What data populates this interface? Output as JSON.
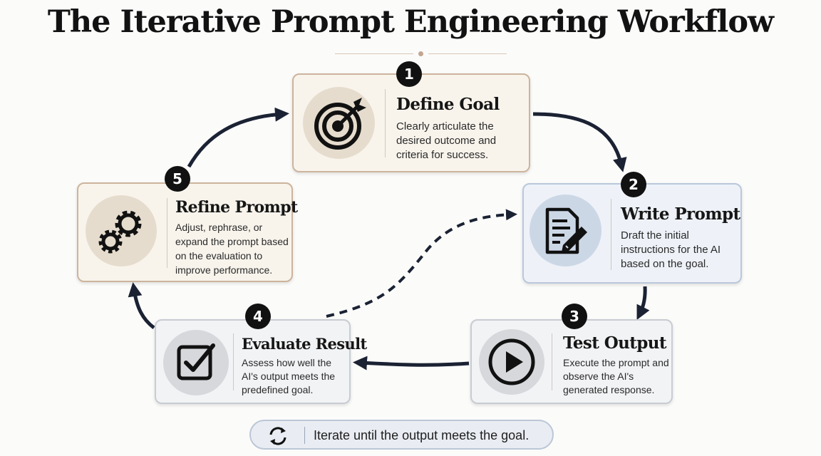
{
  "title": "The Iterative Prompt Engineering Workflow",
  "steps": [
    {
      "number": "1",
      "title": "Define Goal",
      "description": "Clearly articulate the desired outcome and criteria for success.",
      "icon": "target-icon"
    },
    {
      "number": "2",
      "title": "Write Prompt",
      "description": "Draft the initial instructions for the AI based on the goal.",
      "icon": "document-pencil-icon"
    },
    {
      "number": "3",
      "title": "Test Output",
      "description": "Execute the prompt and observe the AI's generated response.",
      "icon": "play-icon"
    },
    {
      "number": "4",
      "title": "Evaluate Result",
      "description": "Assess how well the AI's output meets the predefined goal.",
      "icon": "checkbox-icon"
    },
    {
      "number": "5",
      "title": "Refine Prompt",
      "description": "Adjust, rephrase, or expand the prompt based on the evaluation to improve performance.",
      "icon": "gears-icon"
    }
  ],
  "footer": {
    "text": "Iterate until the output meets the goal.",
    "icon": "refresh-icon"
  },
  "colors": {
    "warm_border": "#cdb49d",
    "cool_border": "#b9c8db",
    "badge": "#111111",
    "arrow": "#1a2233"
  }
}
